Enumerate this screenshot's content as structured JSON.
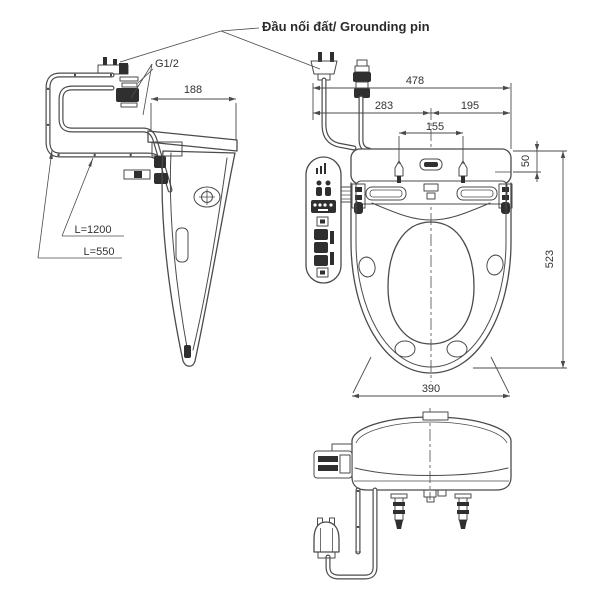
{
  "diagram": {
    "annotations": {
      "grounding_pin_label": "Đầu nối đất/ Grounding pin",
      "thread_size_label": "G1/2",
      "hose_length_long_label": "L=1200",
      "hose_length_short_label": "L=550"
    },
    "dimensions_mm": {
      "side_view_depth": "188",
      "top_overall_width": "478",
      "left_edge_to_center": "283",
      "center_to_right_edge": "195",
      "mounting_bolt_spacing": "155",
      "tank_section_depth": "50",
      "overall_length": "523",
      "seat_max_width": "390"
    },
    "colors": {
      "background": "#ffffff",
      "line": "#4b4b4b",
      "dark_fill": "#2f2f2f",
      "text": "#333333"
    }
  }
}
